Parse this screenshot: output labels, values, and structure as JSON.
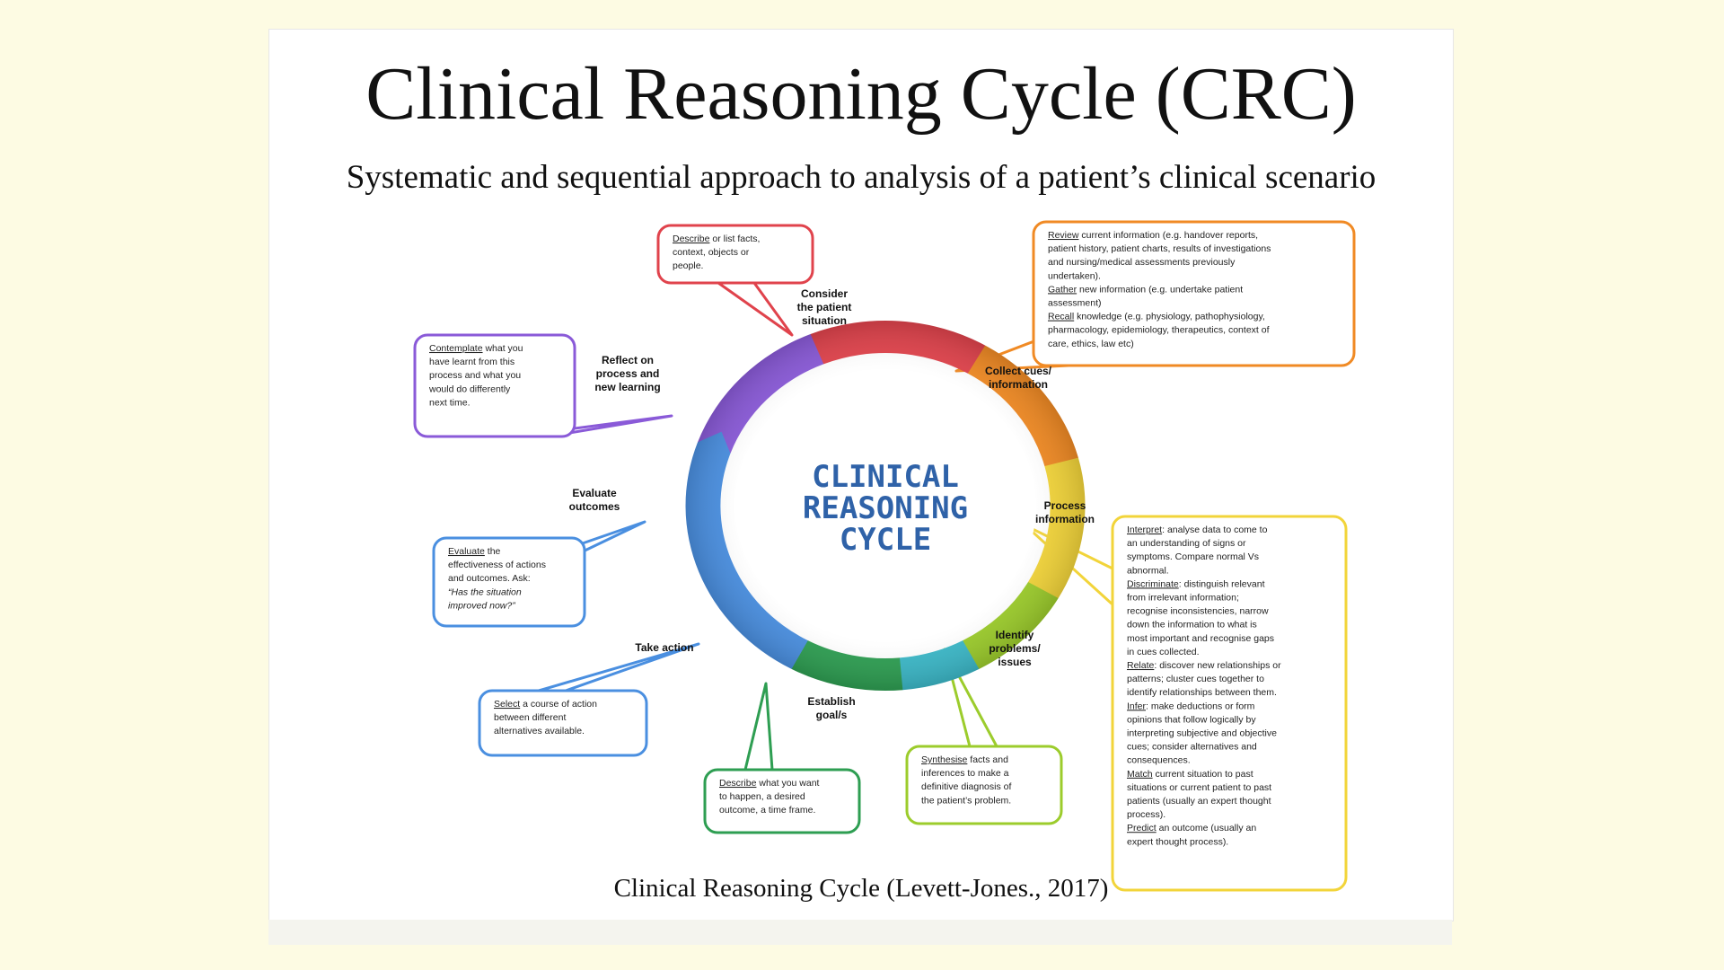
{
  "slide": {
    "title": "Clinical Reasoning Cycle (CRC)",
    "subtitle": "Systematic and sequential approach to analysis of a patient’s clinical scenario",
    "caption": "Clinical Reasoning Cycle (Levett-Jones., 2017)"
  },
  "colors": {
    "red": "#e0434c",
    "orange": "#f08a24",
    "yellow": "#f2d43a",
    "lime": "#9ccc2c",
    "green": "#2e9e52",
    "cyan": "#3cb8c8",
    "blue": "#4a8fe0",
    "purple": "#8a5ad8",
    "center_text": "#2f62a8"
  },
  "diagram": {
    "center": {
      "lines": [
        "CLINICAL",
        "REASONING",
        "CYCLE"
      ]
    },
    "stages": {
      "consider": [
        "Consider",
        "the patient",
        "situation"
      ],
      "collect": [
        "Collect cues/",
        "information"
      ],
      "process": [
        "Process",
        "information"
      ],
      "identify": [
        "Identify",
        "problems/",
        "issues"
      ],
      "establish": [
        "Establish",
        "goal/s"
      ],
      "take_action": [
        "Take action"
      ],
      "evaluate": [
        "Evaluate",
        "outcomes"
      ],
      "reflect": [
        "Reflect on",
        "process and",
        "new learning"
      ]
    },
    "boxes": {
      "consider": [
        {
          "kw": "Describe",
          "rest": " or list facts,"
        },
        {
          "kw": "",
          "rest": "context, objects or"
        },
        {
          "kw": "",
          "rest": "people."
        }
      ],
      "collect": [
        {
          "kw": "Review",
          "rest": " current information (e.g. handover reports,"
        },
        {
          "kw": "",
          "rest": "patient history, patient charts, results of investigations"
        },
        {
          "kw": "",
          "rest": "and nursing/medical assessments previously"
        },
        {
          "kw": "",
          "rest": "undertaken)."
        },
        {
          "kw": "Gather",
          "rest": " new information (e.g. undertake patient"
        },
        {
          "kw": "",
          "rest": "assessment)"
        },
        {
          "kw": "Recall",
          "rest": " knowledge (e.g. physiology, pathophysiology,"
        },
        {
          "kw": "",
          "rest": "pharmacology, epidemiology, therapeutics, context of"
        },
        {
          "kw": "",
          "rest": "care, ethics, law etc)"
        }
      ],
      "reflect": [
        {
          "kw": "Contemplate",
          "rest": " what you"
        },
        {
          "kw": "",
          "rest": "have learnt from this"
        },
        {
          "kw": "",
          "rest": "process and what you"
        },
        {
          "kw": "",
          "rest": "would do differently"
        },
        {
          "kw": "",
          "rest": "next time."
        }
      ],
      "evaluate": [
        {
          "kw": "Evaluate",
          "rest": " the"
        },
        {
          "kw": "",
          "rest": "effectiveness of actions"
        },
        {
          "kw": "",
          "rest": "and outcomes. Ask:"
        },
        {
          "kw": "",
          "rest": "“Has the situation"
        },
        {
          "kw": "",
          "rest": "improved now?”"
        }
      ],
      "take_action": [
        {
          "kw": "Select",
          "rest": " a course of action"
        },
        {
          "kw": "",
          "rest": "between different"
        },
        {
          "kw": "",
          "rest": "alternatives available."
        }
      ],
      "establish": [
        {
          "kw": "Describe",
          "rest": " what you want"
        },
        {
          "kw": "",
          "rest": "to happen, a desired"
        },
        {
          "kw": "",
          "rest": "outcome, a time frame."
        }
      ],
      "identify": [
        {
          "kw": "Synthesise",
          "rest": " facts and"
        },
        {
          "kw": "",
          "rest": "inferences to make a"
        },
        {
          "kw": "",
          "rest": "definitive diagnosis of"
        },
        {
          "kw": "",
          "rest": "the patient’s problem."
        }
      ],
      "process": [
        {
          "kw": "Interpret",
          "rest": ": analyse data to come to"
        },
        {
          "kw": "",
          "rest": "an understanding of signs or"
        },
        {
          "kw": "",
          "rest": "symptoms. Compare normal Vs"
        },
        {
          "kw": "",
          "rest": "abnormal."
        },
        {
          "kw": "Discriminate",
          "rest": ": distinguish relevant"
        },
        {
          "kw": "",
          "rest": "from irrelevant information;"
        },
        {
          "kw": "",
          "rest": "recognise inconsistencies, narrow"
        },
        {
          "kw": "",
          "rest": "down the information to what is"
        },
        {
          "kw": "",
          "rest": "most important and recognise gaps"
        },
        {
          "kw": "",
          "rest": "in cues collected."
        },
        {
          "kw": "Relate",
          "rest": ": discover new relationships or"
        },
        {
          "kw": "",
          "rest": "patterns; cluster cues together to"
        },
        {
          "kw": "",
          "rest": "identify relationships between them."
        },
        {
          "kw": "Infer",
          "rest": ": make deductions or form"
        },
        {
          "kw": "",
          "rest": "opinions that follow logically by"
        },
        {
          "kw": "",
          "rest": "interpreting subjective and objective"
        },
        {
          "kw": "",
          "rest": "cues; consider alternatives and"
        },
        {
          "kw": "",
          "rest": "consequences."
        },
        {
          "kw": "Match",
          "rest": " current situation to past"
        },
        {
          "kw": "",
          "rest": "situations or current patient to past"
        },
        {
          "kw": "",
          "rest": "patients (usually an expert thought"
        },
        {
          "kw": "",
          "rest": "process)."
        },
        {
          "kw": "Predict",
          "rest": " an outcome (usually an"
        },
        {
          "kw": "",
          "rest": "expert thought process)."
        }
      ]
    }
  }
}
